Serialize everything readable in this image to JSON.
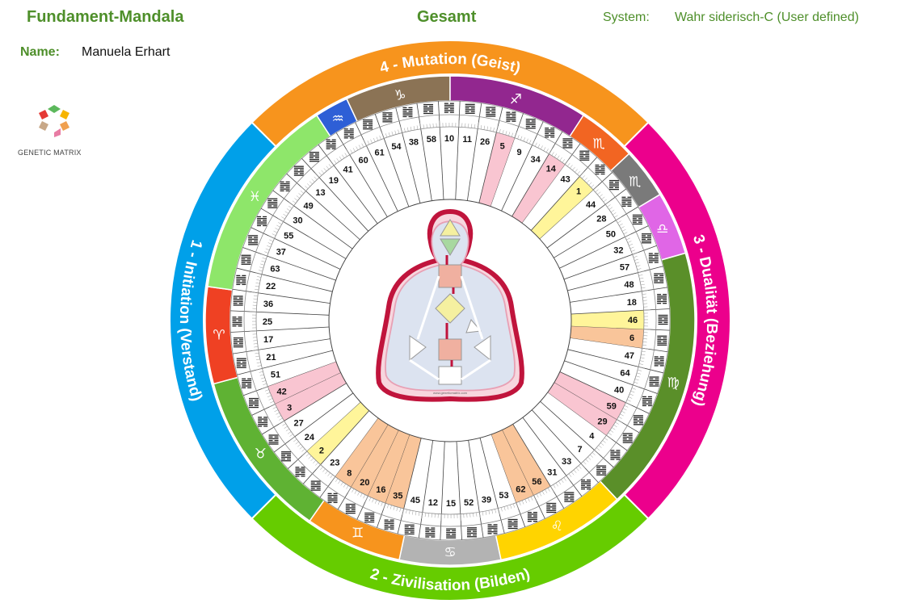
{
  "header": {
    "title": "Fundament-Mandala",
    "center_title": "Gesamt",
    "system_label": "System:",
    "system_value": "Wahr siderisch-C (User defined)",
    "name_label": "Name:",
    "name_value": "Manuela Erhart"
  },
  "logo": {
    "text": "GENETIC MATRIX",
    "icon": "genetic-matrix-logo"
  },
  "quarters": [
    {
      "label": "4 - Mutation (Geist)",
      "color": "#f7941d",
      "start": 135,
      "end": 45
    },
    {
      "label": "3 - Dualität (Beziehung)",
      "color": "#ec008c",
      "start": 45,
      "end": -45
    },
    {
      "label": "2 - Zivilisation (Bilden)",
      "color": "#66cc00",
      "start": -45,
      "end": -135
    },
    {
      "label": "1 - Initiation (Verstand)",
      "color": "#00a0e9",
      "start": -135,
      "end": -225
    }
  ],
  "zodiac": [
    {
      "glyph": "♑",
      "color": "#8b7355",
      "start": 115,
      "end": 90
    },
    {
      "glyph": "♐",
      "color": "#92278f",
      "start": 90,
      "end": 57
    },
    {
      "glyph": "♏",
      "color": "#f26522",
      "start": 57,
      "end": 43
    },
    {
      "glyph": "♏",
      "color": "#7a7a7a",
      "start": 43,
      "end": 31
    },
    {
      "glyph": "♎",
      "color": "#e066e6",
      "start": 31,
      "end": 16
    },
    {
      "glyph": "♍",
      "color": "#5a8f29",
      "start": 16,
      "end": -47
    },
    {
      "glyph": "♌",
      "color": "#ffd400",
      "start": -47,
      "end": -78
    },
    {
      "glyph": "♋",
      "color": "#b3b3b3",
      "start": -78,
      "end": -102
    },
    {
      "glyph": "♊",
      "color": "#f7941d",
      "start": -102,
      "end": -125
    },
    {
      "glyph": "♉",
      "color": "#5fb233",
      "start": -125,
      "end": -165
    },
    {
      "glyph": "♈",
      "color": "#ef4123",
      "start": -165,
      "end": -188
    },
    {
      "glyph": "♓",
      "color": "#8ee66a",
      "start": -188,
      "end": -237
    },
    {
      "glyph": "♒",
      "color": "#2e5fd6",
      "start": -237,
      "end": -245
    }
  ],
  "gates": [
    "41",
    "19",
    "13",
    "49",
    "30",
    "55",
    "37",
    "63",
    "22",
    "36",
    "25",
    "17",
    "21",
    "51",
    "42",
    "3",
    "27",
    "24",
    "2",
    "23",
    "8",
    "20",
    "16",
    "35",
    "45",
    "12",
    "15",
    "52",
    "39",
    "53",
    "62",
    "56",
    "31",
    "33",
    "7",
    "4",
    "29",
    "59",
    "40",
    "64",
    "47",
    "6",
    "46",
    "18",
    "48",
    "57",
    "32",
    "50",
    "28",
    "44",
    "1",
    "43",
    "14",
    "34",
    "9",
    "5",
    "26",
    "11",
    "10",
    "58",
    "38",
    "54",
    "61",
    "60"
  ],
  "highlights": [
    {
      "gate": "42",
      "color": "#f9c5d1"
    },
    {
      "gate": "3",
      "color": "#f9c5d1"
    },
    {
      "gate": "2",
      "color": "#fff59a"
    },
    {
      "gate": "8",
      "color": "#f9c59a"
    },
    {
      "gate": "20",
      "color": "#f9c59a"
    },
    {
      "gate": "16",
      "color": "#f9c59a"
    },
    {
      "gate": "35",
      "color": "#f9c59a"
    },
    {
      "gate": "56",
      "color": "#f9c59a"
    },
    {
      "gate": "62",
      "color": "#f9c59a"
    },
    {
      "gate": "59",
      "color": "#f9c5d1"
    },
    {
      "gate": "29",
      "color": "#f9c5d1"
    },
    {
      "gate": "46",
      "color": "#fff59a"
    },
    {
      "gate": "6",
      "color": "#f9c59a"
    },
    {
      "gate": "1",
      "color": "#fff59a"
    },
    {
      "gate": "14",
      "color": "#f9c5d1"
    },
    {
      "gate": "5",
      "color": "#f9c5d1"
    }
  ],
  "bodygraph": {
    "footer": "www.geneticmatrix.com"
  }
}
